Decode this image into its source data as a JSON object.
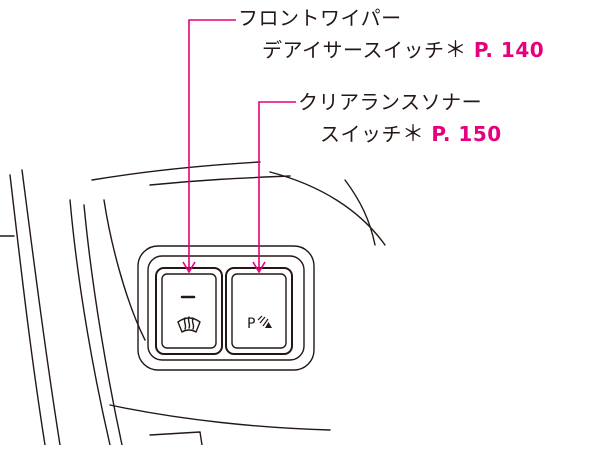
{
  "callouts": {
    "wiper_deicer": {
      "line1": "フロントワイパー",
      "line2": "デアイサースイッチ",
      "asterisk": "＊",
      "page_ref": "P. 140"
    },
    "clearance_sonar": {
      "line1": "クリアランスソナー",
      "line2": "スイッチ",
      "asterisk": "＊",
      "page_ref": "P. 150"
    }
  },
  "switch_panel": {
    "left_switch": {
      "icon": "windshield-deicer-icon",
      "has_indicator_lamp": true
    },
    "right_switch": {
      "icon": "parking-sonar-icon",
      "icon_text": "P"
    }
  },
  "colors": {
    "line": "#231815",
    "page_ref": "#e6007e",
    "leader": "#e6007e"
  }
}
